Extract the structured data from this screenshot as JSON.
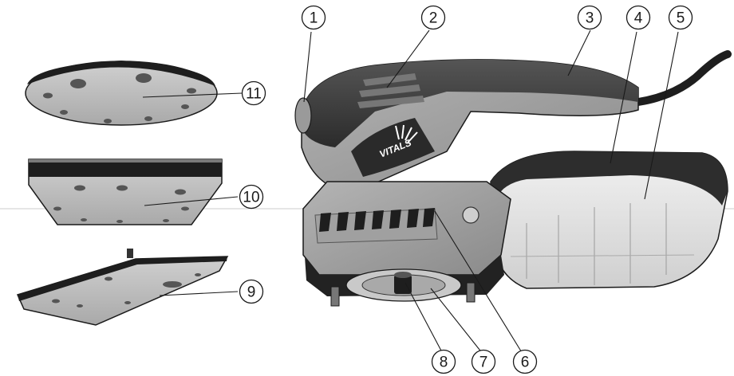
{
  "diagram": {
    "brand_logo": "VITALS",
    "callouts": [
      {
        "id": 1,
        "label": "1"
      },
      {
        "id": 2,
        "label": "2"
      },
      {
        "id": 3,
        "label": "3"
      },
      {
        "id": 4,
        "label": "4"
      },
      {
        "id": 5,
        "label": "5"
      },
      {
        "id": 6,
        "label": "6"
      },
      {
        "id": 7,
        "label": "7"
      },
      {
        "id": 8,
        "label": "8"
      },
      {
        "id": 9,
        "label": "9"
      },
      {
        "id": 10,
        "label": "10"
      },
      {
        "id": 11,
        "label": "11"
      }
    ]
  },
  "colors": {
    "body_gray": "#9a9a9a",
    "dark_gray": "#3a3a3a",
    "light_gray": "#d6d6d6",
    "pad_gray": "#bdbdbd",
    "outline": "#1a1a1a"
  }
}
